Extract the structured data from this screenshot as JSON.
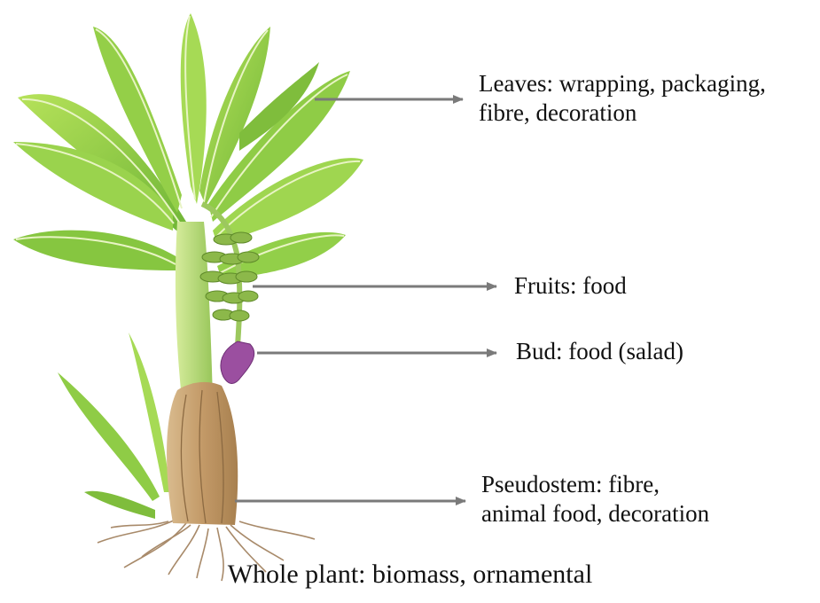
{
  "labels": {
    "leaves_line1": "Leaves: wrapping, packaging,",
    "leaves_line2": "fibre, decoration",
    "fruits": "Fruits: food",
    "bud": "Bud: food (salad)",
    "pseudostem_line1": "Pseudostem: fibre,",
    "pseudostem_line2": "animal food, decoration"
  },
  "caption": "Whole plant: biomass, ornamental",
  "colors": {
    "leaf_light": "#a8d84e",
    "leaf_mid": "#7cbf3a",
    "leaf_dark": "#4f9a2a",
    "stem": "#b9dc7a",
    "pseudostem": "#c9a578",
    "bud": "#9b4fa0",
    "fruit": "#8cb84a",
    "roots": "#a88a6a",
    "arrow": "#7a7a7a"
  }
}
